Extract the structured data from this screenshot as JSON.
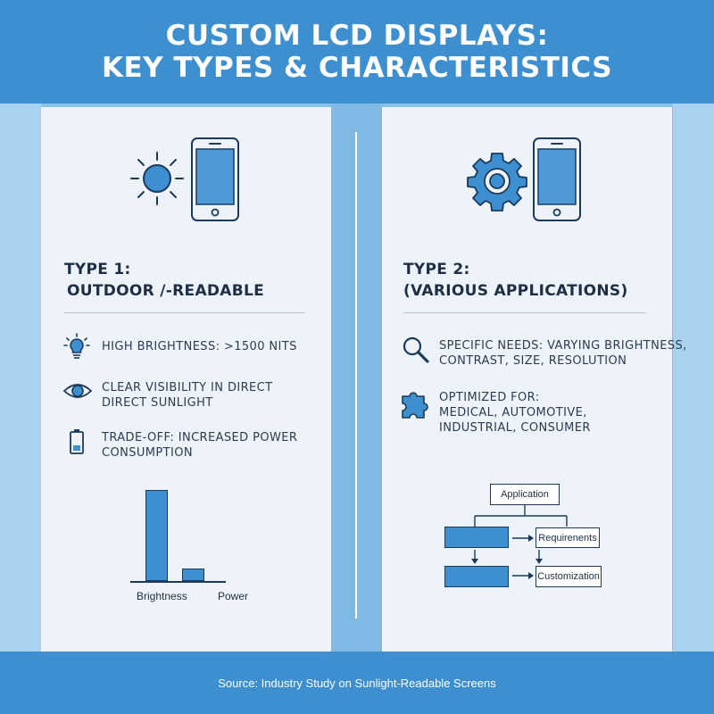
{
  "header": {
    "title_line1": "CUSTOM LCD DISPLAYS:",
    "title_line2": "KEY TYPES & CHARACTERISTICS"
  },
  "left_panel": {
    "type_label": "TYPE 1:",
    "type_name": "OUTDOOR /-READABLE",
    "icons": [
      "sun-icon",
      "smartphone-icon"
    ],
    "features": [
      {
        "icon": "lightbulb-icon",
        "line1": "HIGH BRIGHTNESS: >1500 NITS",
        "line2": ""
      },
      {
        "icon": "eye-icon",
        "line1": "CLEAR VISIBILITY IN DIRECT",
        "line2": "DIRECT SUNLIGHT"
      },
      {
        "icon": "battery-icon",
        "line1": "TRADE-OFF: INCREASED POWER",
        "line2": "CONSUMPTION"
      }
    ],
    "chart_data": {
      "type": "bar",
      "categories": [
        "Brightness",
        "Power"
      ],
      "values": [
        100,
        14
      ],
      "title": "",
      "xlabel": "",
      "ylabel": "",
      "ylim": [
        0,
        100
      ],
      "grid": false,
      "bar_color": "#3d8fd0"
    }
  },
  "right_panel": {
    "type_label": "TYPE 2:",
    "type_name": "(VARIOUS APPLICATIONS)",
    "icons": [
      "gear-icon",
      "smartphone-icon"
    ],
    "features": [
      {
        "icon": "magnifier-icon",
        "line1": "SPECIFIC NEEDS: VARYING BRIGHTNESS,",
        "line2": "CONTRAST, SIZE, RESOLUTION",
        "line3": ""
      },
      {
        "icon": "puzzle-icon",
        "line1": "OPTIMIZED FOR:",
        "line2": "MEDICAL, AUTOMOTIVE,",
        "line3": "INDUSTRIAL, CONSUMER"
      }
    ],
    "flow": {
      "top": "Application",
      "step1": "Requirenents",
      "step2": "Customization"
    }
  },
  "footer": {
    "source": "Source: Industry Study on Sunlight-Readable Screens"
  },
  "colors": {
    "accent": "#3d8fd0",
    "panel": "#eef3f9",
    "text": "#1d2f45"
  }
}
